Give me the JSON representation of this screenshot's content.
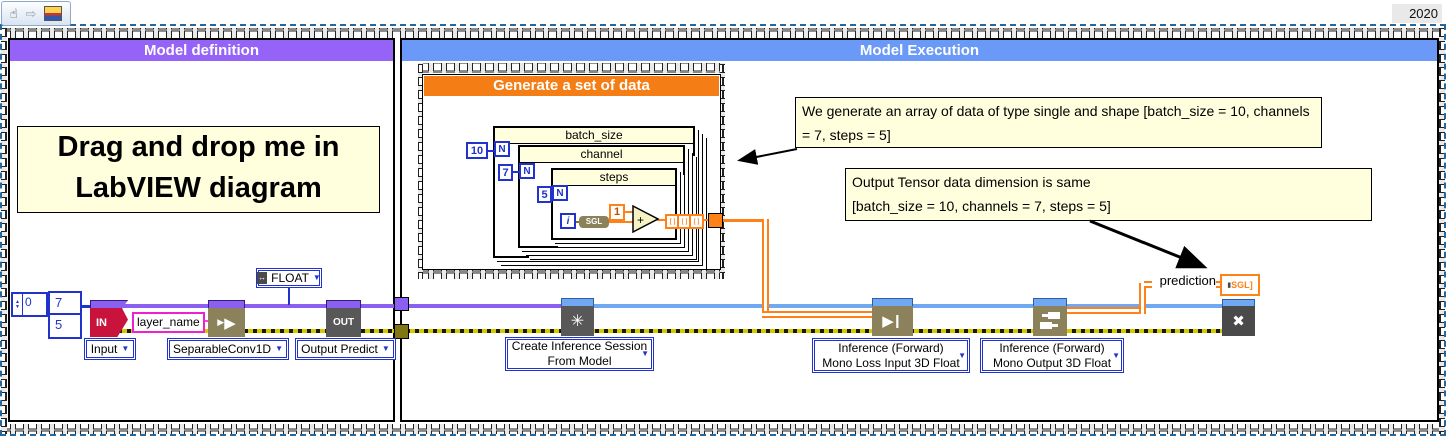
{
  "chrome": {
    "version": "2020"
  },
  "icons": {
    "hand": "☝",
    "arrow": "⇨",
    "dropdown": "▼",
    "play_small": "▶",
    "play_big": "▶",
    "asterisk": "✳",
    "cross": "✖",
    "pause_bar": "❙",
    "brackets": "[ ]",
    "bracket_r": "]",
    "indicator_arrow": "▮",
    "spin_up": "▲",
    "spin_down": "▼",
    "swap": "↔"
  },
  "colors": {
    "definition_header": "#9663F9",
    "execution_header": "#6B99F8",
    "generate_header": "#F57D15",
    "wire_purple": "#8A5FF2",
    "wire_session": "#70A9F2",
    "wire_sgl": "#FF8218",
    "error_wire": "#D6C800",
    "labview_blue": "#2133CC"
  },
  "frames": {
    "definition": {
      "title": "Model definition"
    },
    "execution": {
      "title": "Model Execution"
    },
    "generate": {
      "title": "Generate a set of data"
    }
  },
  "note": {
    "text": "Drag and drop me in\nLabVIEW diagram"
  },
  "comments": {
    "c1": "We generate an array of data of type single and shape [batch_size = 10, channels = 7, steps = 5]",
    "c2": "Output Tensor data dimension is same\n[batch_size = 10, channels = 7, steps = 5]"
  },
  "loops": {
    "batch": {
      "label": "batch_size",
      "count": "10",
      "n": "N"
    },
    "channel": {
      "label": "channel",
      "count": "7",
      "n": "N"
    },
    "steps": {
      "label": "steps",
      "count": "5",
      "n": "N"
    },
    "iterator": "i",
    "cast": "SGL",
    "one": "1",
    "plus": "+"
  },
  "constants": {
    "array_index": "0",
    "array_el1": "7",
    "array_el2": "5",
    "layer_name": "layer_name",
    "float": "FLOAT"
  },
  "nodes": {
    "input": {
      "badge": "IN",
      "selector": "Input"
    },
    "separable": {
      "selector": "SeparableConv1D"
    },
    "output": {
      "badge": "OUT",
      "selector": "Output Predict"
    },
    "create_session": {
      "selector": "Create Inference Session\nFrom Model"
    },
    "inference_loss": {
      "selector": "Inference (Forward)\nMono Loss Input 3D Float"
    },
    "inference_output": {
      "selector": "Inference (Forward)\nMono Output 3D Float"
    }
  },
  "indicator": {
    "label": "prediction",
    "type": "SGL"
  }
}
